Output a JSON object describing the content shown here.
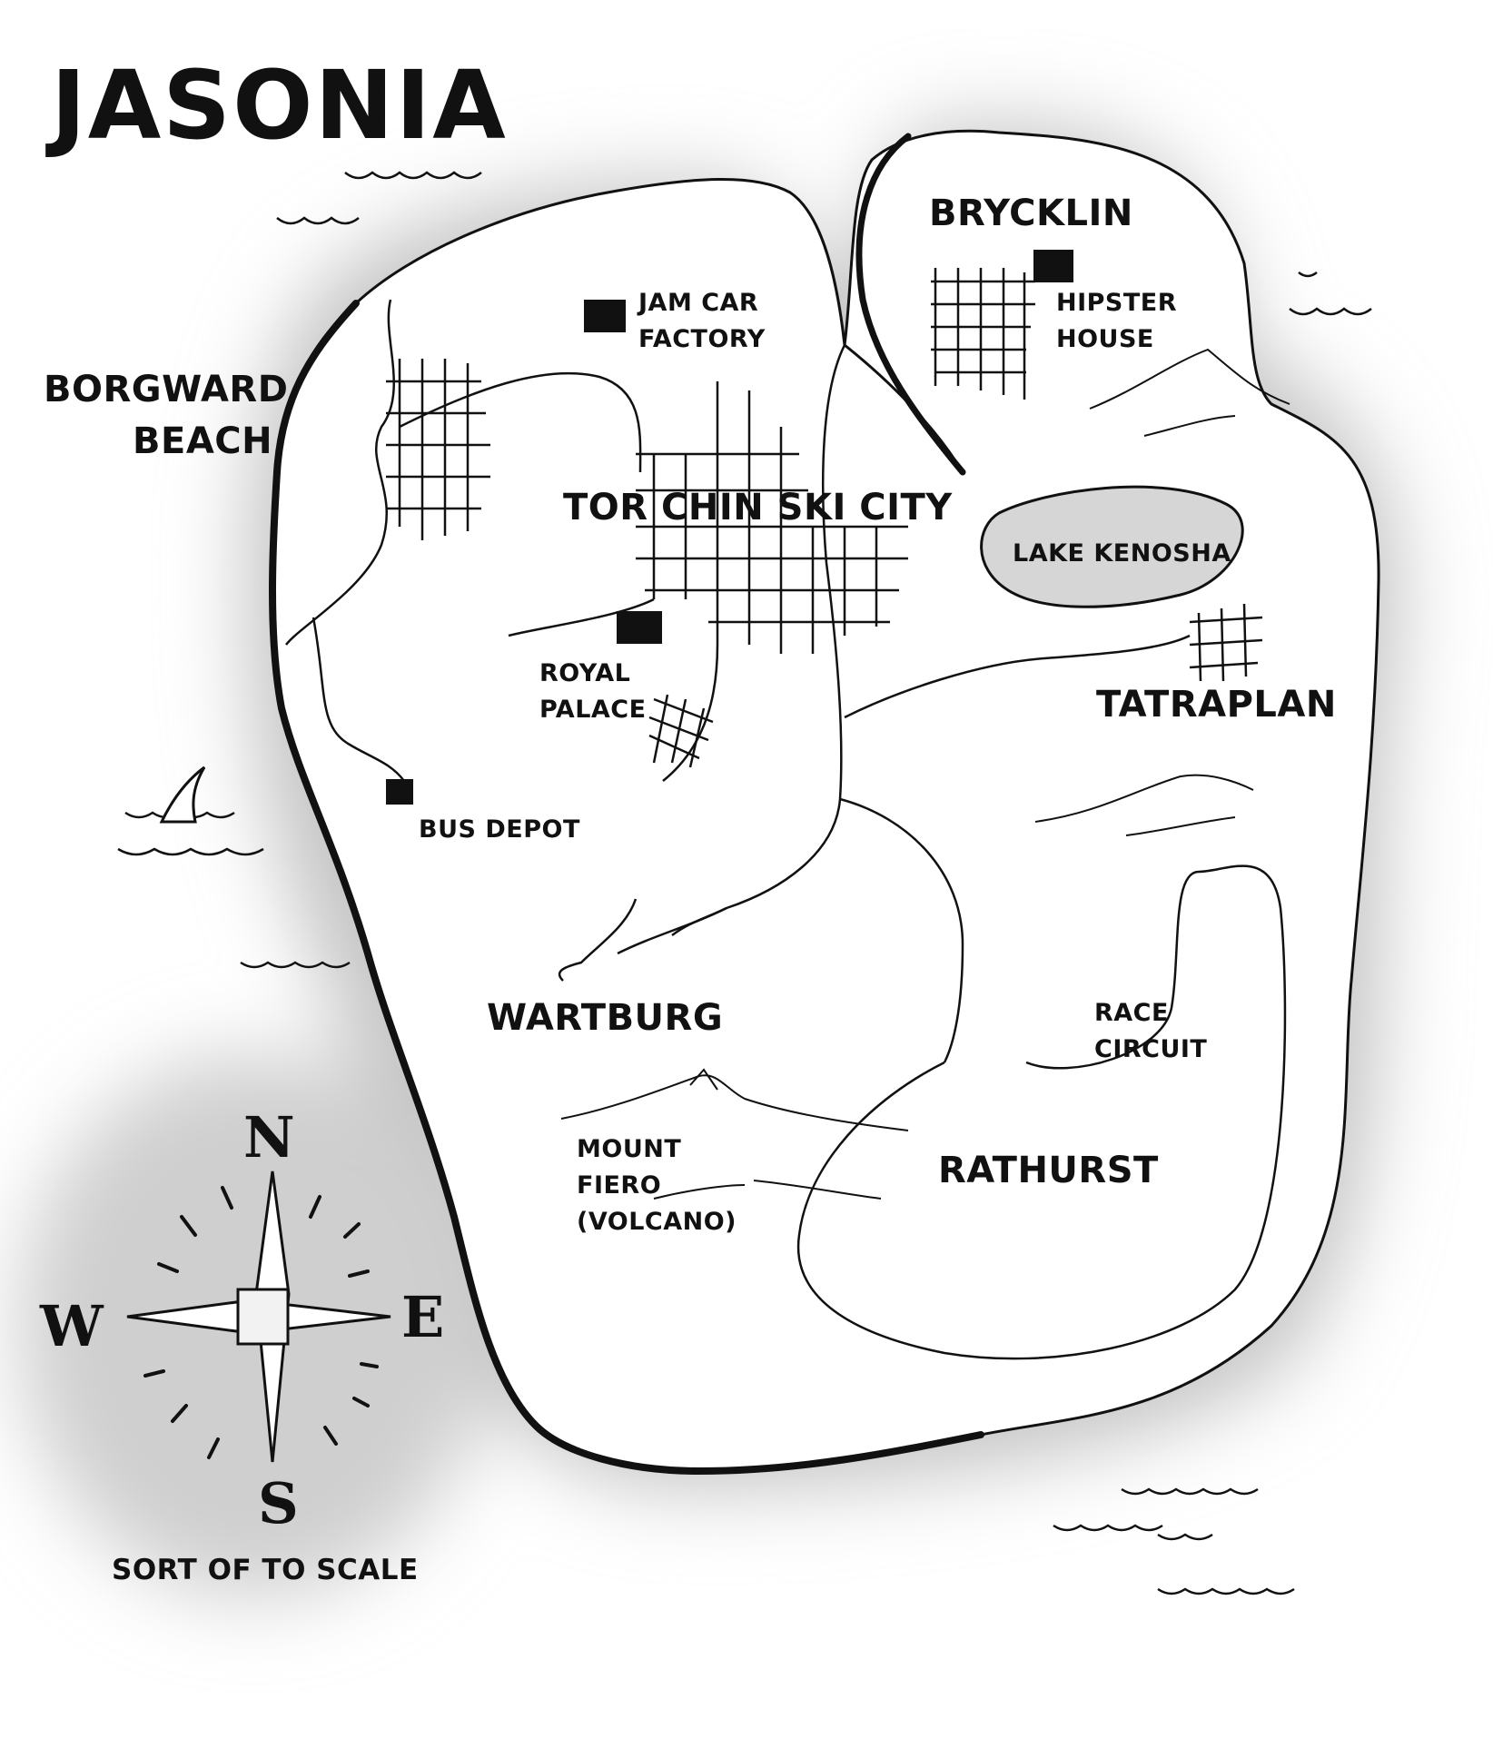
{
  "map": {
    "title": "JASONIA",
    "scale_note": "SORT OF TO SCALE",
    "colors": {
      "ink": "#111111",
      "land": "#ffffff",
      "sea_shadow": "#cfcfcf",
      "lake": "#d6d6d6"
    },
    "regions": {
      "borgward_beach_line1": "BORGWARD",
      "borgward_beach_line2": "BEACH",
      "brycklin": "BRYCKLIN",
      "tor_chin_ski_city": "TOR CHIN SKI CITY",
      "tatraplan": "TATRAPLAN",
      "wartburg": "WARTBURG",
      "rathurst": "RATHURST"
    },
    "places": {
      "jam_car_factory_line1": "JAM CAR",
      "jam_car_factory_line2": "FACTORY",
      "hipster_house_line1": "HIPSTER",
      "hipster_house_line2": "HOUSE",
      "lake_kenosha": "LAKE KENOSHA",
      "royal_palace_line1": "ROYAL",
      "royal_palace_line2": "PALACE",
      "bus_depot": "BUS DEPOT",
      "race_circuit_line1": "RACE",
      "race_circuit_line2": "CIRCUIT",
      "mount_fiero_line1": "MOUNT",
      "mount_fiero_line2": "FIERO",
      "mount_fiero_line3": "(VOLCANO)"
    },
    "compass": {
      "north": "N",
      "south": "S",
      "east": "E",
      "west": "W"
    },
    "icons": [
      "building-icon",
      "compass-rose-icon",
      "sailboat-icon",
      "wave-icon",
      "mountain-icon"
    ]
  }
}
